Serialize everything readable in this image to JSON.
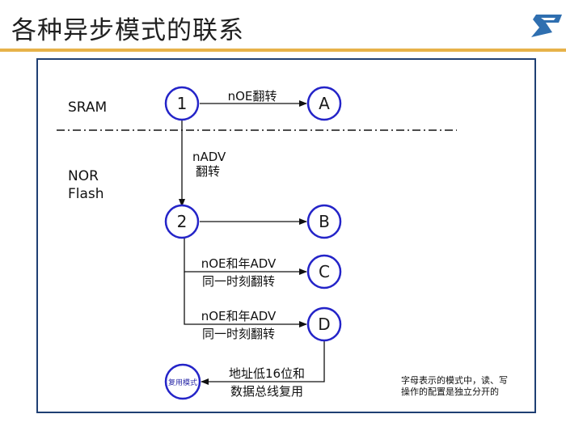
{
  "title": "各种异步模式的联系",
  "regions": {
    "sram": "SRAM",
    "nor_line1": "NOR",
    "nor_line2": "Flash"
  },
  "nodes": {
    "n1": "1",
    "n2": "2",
    "a": "A",
    "b": "B",
    "c": "C",
    "d": "D",
    "mux": "复用模式"
  },
  "edges": {
    "one_to_a": "nOE翻转",
    "one_to_two_line1": "nADV",
    "one_to_two_line2": "翻转",
    "two_to_c_line1": "nOE和年ADV",
    "two_to_c_line2": "同一时刻翻转",
    "two_to_d_line1": "nOE和年ADV",
    "two_to_d_line2": "同一时刻翻转",
    "d_to_mux_line1": "地址低16位和",
    "d_to_mux_line2": "数据总线复用"
  },
  "note": {
    "line1": "字母表示的模式中，读、写",
    "line2": "操作的配置是独立分开的"
  },
  "colors": {
    "node_stroke": "#2424c8",
    "frame": "#1f3f73",
    "title_rule": "#e7b24a",
    "logo": "#2f6fb0"
  }
}
